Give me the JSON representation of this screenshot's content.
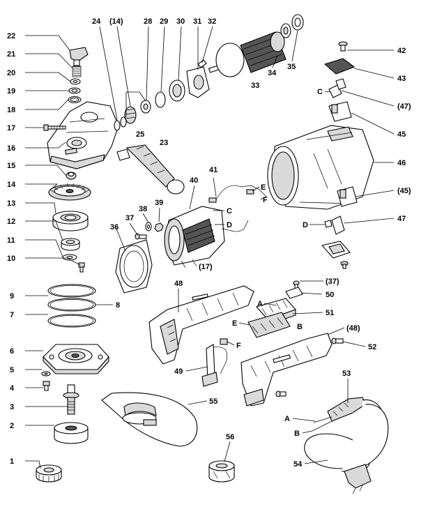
{
  "callouts": [
    {
      "id": "c-22",
      "text": "22"
    },
    {
      "id": "c-21",
      "text": "21"
    },
    {
      "id": "c-20",
      "text": "20"
    },
    {
      "id": "c-19",
      "text": "19"
    },
    {
      "id": "c-18",
      "text": "18"
    },
    {
      "id": "c-17",
      "text": "17"
    },
    {
      "id": "c-16",
      "text": "16"
    },
    {
      "id": "c-15",
      "text": "15"
    },
    {
      "id": "c-14",
      "text": "14"
    },
    {
      "id": "c-13",
      "text": "13"
    },
    {
      "id": "c-12",
      "text": "12"
    },
    {
      "id": "c-11",
      "text": "11"
    },
    {
      "id": "c-10",
      "text": "10"
    },
    {
      "id": "c-9",
      "text": "9"
    },
    {
      "id": "c-8",
      "text": "8"
    },
    {
      "id": "c-7",
      "text": "7"
    },
    {
      "id": "c-6",
      "text": "6"
    },
    {
      "id": "c-5",
      "text": "5"
    },
    {
      "id": "c-4",
      "text": "4"
    },
    {
      "id": "c-3",
      "text": "3"
    },
    {
      "id": "c-2",
      "text": "2"
    },
    {
      "id": "c-1",
      "text": "1"
    },
    {
      "id": "c-24",
      "text": "24"
    },
    {
      "id": "c-14p",
      "text": "(14)"
    },
    {
      "id": "c-28",
      "text": "28"
    },
    {
      "id": "c-29",
      "text": "29"
    },
    {
      "id": "c-30",
      "text": "30"
    },
    {
      "id": "c-31",
      "text": "31"
    },
    {
      "id": "c-32",
      "text": "32"
    },
    {
      "id": "c-25",
      "text": "25"
    },
    {
      "id": "c-23",
      "text": "23"
    },
    {
      "id": "c-33",
      "text": "33"
    },
    {
      "id": "c-34",
      "text": "34"
    },
    {
      "id": "c-35",
      "text": "35"
    },
    {
      "id": "c-42",
      "text": "42"
    },
    {
      "id": "c-43",
      "text": "43"
    },
    {
      "id": "c-C1",
      "text": "C"
    },
    {
      "id": "c-47p",
      "text": "(47)"
    },
    {
      "id": "c-45",
      "text": "45"
    },
    {
      "id": "c-46",
      "text": "46"
    },
    {
      "id": "c-41",
      "text": "41"
    },
    {
      "id": "c-E1",
      "text": "E"
    },
    {
      "id": "c-F1",
      "text": "F"
    },
    {
      "id": "c-40",
      "text": "40"
    },
    {
      "id": "c-C2",
      "text": "C"
    },
    {
      "id": "c-D1",
      "text": "D"
    },
    {
      "id": "c-45p",
      "text": "(45)"
    },
    {
      "id": "c-D2",
      "text": "D"
    },
    {
      "id": "c-47",
      "text": "47"
    },
    {
      "id": "c-36",
      "text": "36"
    },
    {
      "id": "c-37",
      "text": "37"
    },
    {
      "id": "c-38",
      "text": "38"
    },
    {
      "id": "c-39",
      "text": "39"
    },
    {
      "id": "c-17p",
      "text": "(17)"
    },
    {
      "id": "c-37p",
      "text": "(37)"
    },
    {
      "id": "c-50",
      "text": "50"
    },
    {
      "id": "c-48",
      "text": "48"
    },
    {
      "id": "c-A1",
      "text": "A"
    },
    {
      "id": "c-51",
      "text": "51"
    },
    {
      "id": "c-B1",
      "text": "B"
    },
    {
      "id": "c-E2",
      "text": "E"
    },
    {
      "id": "c-48p",
      "text": "(48)"
    },
    {
      "id": "c-F2",
      "text": "F"
    },
    {
      "id": "c-52",
      "text": "52"
    },
    {
      "id": "c-49",
      "text": "49"
    },
    {
      "id": "c-55",
      "text": "55"
    },
    {
      "id": "c-53",
      "text": "53"
    },
    {
      "id": "c-A2",
      "text": "A"
    },
    {
      "id": "c-B2",
      "text": "B"
    },
    {
      "id": "c-56",
      "text": "56"
    },
    {
      "id": "c-54",
      "text": "54"
    }
  ]
}
